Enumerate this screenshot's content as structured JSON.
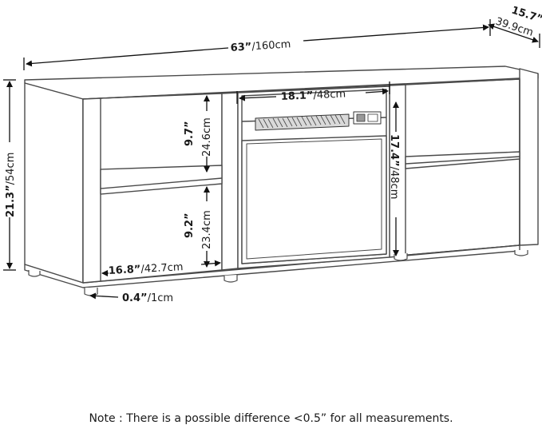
{
  "dimensions": {
    "width_in": "63”",
    "width_cm": "/160cm",
    "depth_in": "15.7”",
    "depth_cm": "39.9cm",
    "height_in": "21.3”",
    "height_cm": "/54cm",
    "fire_w_in": "18.1”",
    "fire_w_cm": "/48cm",
    "fire_h_in": "17.4”",
    "fire_h_cm": "/48cm",
    "shelf_top_in": "9.7”",
    "shelf_top_cm": "24.6cm",
    "shelf_bot_in": "9.2”",
    "shelf_bot_cm": "23.4cm",
    "shelf_w_in": "16.8”",
    "shelf_w_cm": "/42.7cm",
    "feet_in": "0.4”",
    "feet_cm": "/1cm"
  },
  "note": "Note : There is a possible difference <0.5” for all measurements."
}
